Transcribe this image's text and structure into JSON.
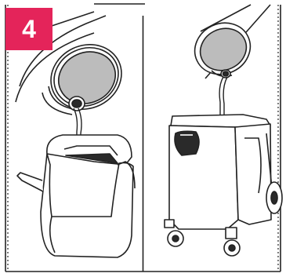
{
  "step": {
    "number": "4",
    "badge_color": "#e4245a"
  },
  "colors": {
    "line": "#222222",
    "fill_gray": "#bcbcbc",
    "fill_white": "#ffffff",
    "dark": "#2a2a2a"
  },
  "panels": [
    {
      "name": "pour-into-watering-can",
      "icons": [
        "tilted-bottle-icon",
        "liquid-stream-icon",
        "watering-can-icon"
      ]
    },
    {
      "name": "pour-into-wheeled-bin",
      "icons": [
        "tilted-bottle-icon",
        "liquid-stream-icon",
        "wheeled-bin-icon"
      ]
    }
  ]
}
